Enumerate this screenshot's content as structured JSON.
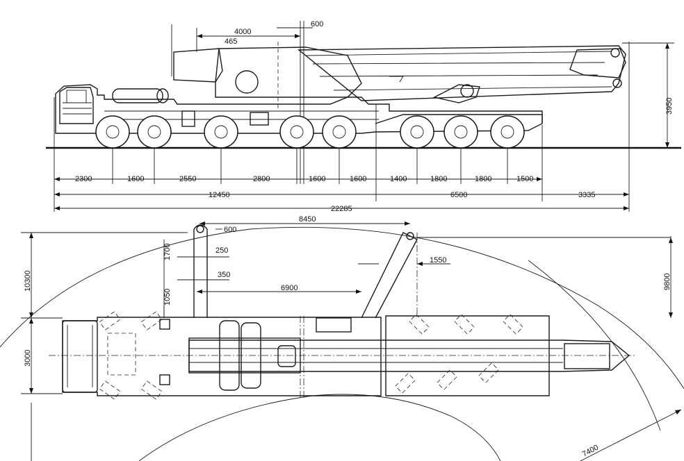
{
  "side_view": {
    "axle_spacing": [
      "2300",
      "1600",
      "2550",
      "2800",
      "1600",
      "1600",
      "1400",
      "1800",
      "1800",
      "1500"
    ],
    "group_lengths": [
      "12450",
      "6500",
      "3335"
    ],
    "overall_length": "22285",
    "height": "3950",
    "boom_offset": "4000",
    "boom_offset_small": "600",
    "pivot_offset": "465"
  },
  "top_view": {
    "slew_offset": "8450",
    "outrigger_extension_top": "10300",
    "outrigger_extension_right": "9800",
    "width": "3000",
    "dim_600": "600",
    "dim_1700": "1700",
    "dim_250": "250",
    "dim_350": "350",
    "dim_1050": "1050",
    "dim_6900": "6900",
    "dim_1550": "1550",
    "radius": "7400"
  }
}
